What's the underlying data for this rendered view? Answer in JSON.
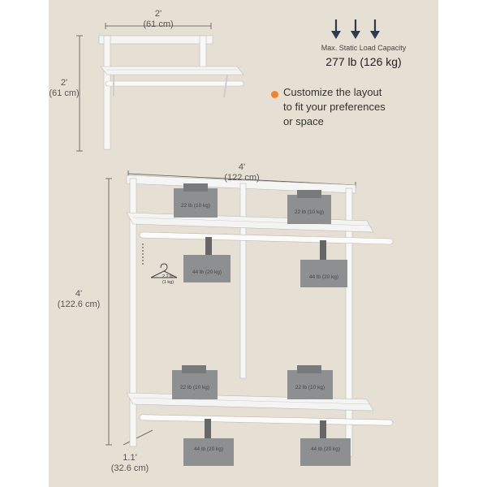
{
  "small_unit": {
    "width_ft": "2'",
    "width_cm": "(61 cm)",
    "height_ft": "2'",
    "height_cm": "(61 cm)"
  },
  "capacity": {
    "label": "Max. Static Load Capacity",
    "value": "277 lb (126 kg)"
  },
  "feature": {
    "line1": "Customize the layout",
    "line2": "to fit your preferences",
    "line3": "or space",
    "bullet_color": "#f08232"
  },
  "large_unit": {
    "width_ft": "4'",
    "width_cm": "(122 cm)",
    "height_ft": "4'",
    "height_cm": "(122.6 cm)",
    "depth_ft": "1.1'",
    "depth_cm": "(32.6 cm)"
  },
  "weights": {
    "upper_left": "22 lb (10 kg)",
    "upper_right": "22 lb (10 kg)",
    "hang_left": "44 lb (20 kg)",
    "hang_right": "44 lb (20 kg)",
    "lower_left": "22 lb (10 kg)",
    "lower_right": "22 lb (10 kg)",
    "bottom_left": "44 lb (20 kg)",
    "bottom_right": "44 lb (20 kg)"
  },
  "hanger": {
    "line1": "2.2 lb",
    "line2": "(1 kg)"
  },
  "icons": {
    "arrows": "down-arrow-icon",
    "hanger": "hanger-icon",
    "weight": "kettle-weight-icon"
  }
}
